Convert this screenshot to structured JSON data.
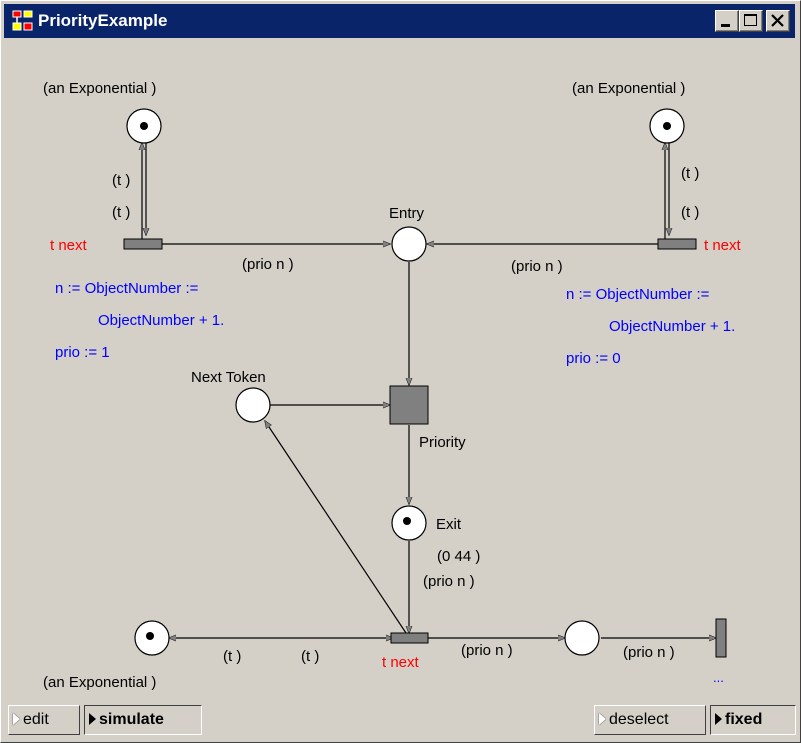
{
  "window": {
    "title": "PriorityExample",
    "minimize_label": "_",
    "maximize_label": "□",
    "close_label": "✕"
  },
  "net": {
    "top_left_place_label": "(an Exponential )",
    "top_right_place_label": "(an Exponential )",
    "bottom_left_place_label": "(an Exponential )",
    "arc_t_1": "(t )",
    "arc_t_2": "(t )",
    "arc_t_3": "(t )",
    "arc_t_4": "(t )",
    "arc_t_5": "(t )",
    "arc_t_6": "(t )",
    "t_next_left": "t next",
    "t_next_right": "t next",
    "t_next_bottom": "t next",
    "entry_label": "Entry",
    "arc_prio_left": "(prio n )",
    "arc_prio_right": "(prio n )",
    "arc_prio_exit": "(prio n )",
    "arc_prio_bottom_1": "(prio n )",
    "arc_prio_bottom_2": "(prio n )",
    "code_left_1": "n := ObjectNumber :=",
    "code_left_2": "ObjectNumber + 1.",
    "code_left_3": "prio := 1",
    "code_right_1": "n := ObjectNumber :=",
    "code_right_2": "ObjectNumber + 1.",
    "code_right_3": "prio := 0",
    "next_token_label": "Next Token",
    "priority_label": "Priority",
    "exit_label": "Exit",
    "exit_marking": "(0 44 )",
    "ellipsis": "...",
    "colors": {
      "code": "#0000ff",
      "transition_label": "#ff0000",
      "transition_fill": "#808080"
    }
  },
  "statusbar": {
    "edit_label": "edit",
    "simulate_label": "simulate",
    "deselect_label": "deselect",
    "fixed_label": "fixed"
  }
}
